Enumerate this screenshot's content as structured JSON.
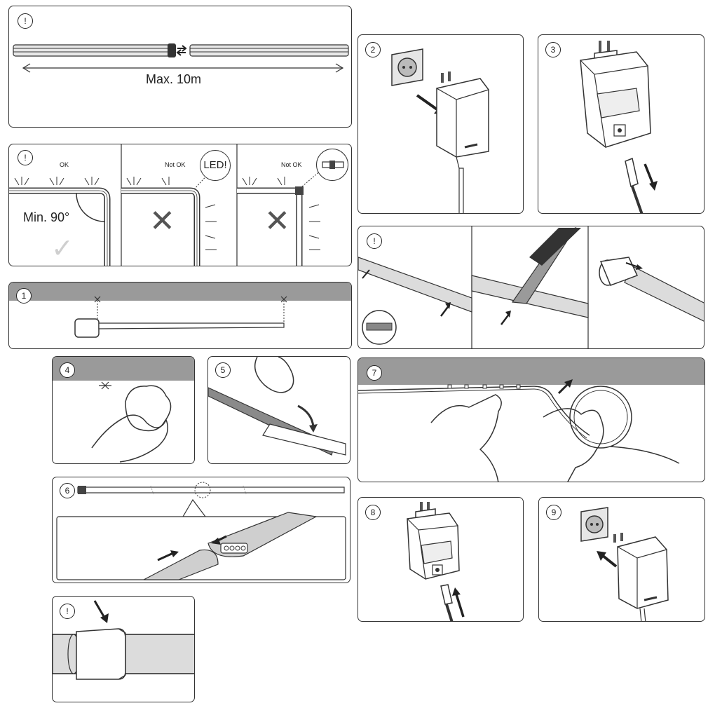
{
  "panels": {
    "length": {
      "badge": "!",
      "label": "Max. 10m"
    },
    "corners": {
      "badge": "!",
      "ok_label": "OK",
      "angle_label": "Min. 90°",
      "not_ok_1_label": "Not OK",
      "led_bubble": "LED!",
      "not_ok_2_label": "Not OK"
    },
    "step1": {
      "badge": "1"
    },
    "step2": {
      "badge": "2"
    },
    "step3": {
      "badge": "3"
    },
    "cutting": {
      "badge": "!"
    },
    "step4": {
      "badge": "4"
    },
    "step5": {
      "badge": "5"
    },
    "step6": {
      "badge": "6"
    },
    "step7": {
      "badge": "7"
    },
    "step8": {
      "badge": "8"
    },
    "step9": {
      "badge": "9"
    },
    "clip": {
      "badge": "!"
    }
  },
  "colors": {
    "line": "#333333",
    "gray_band": "#9a9a9a",
    "light_fill": "#d9d9d9",
    "mark_gray": "#555555"
  }
}
